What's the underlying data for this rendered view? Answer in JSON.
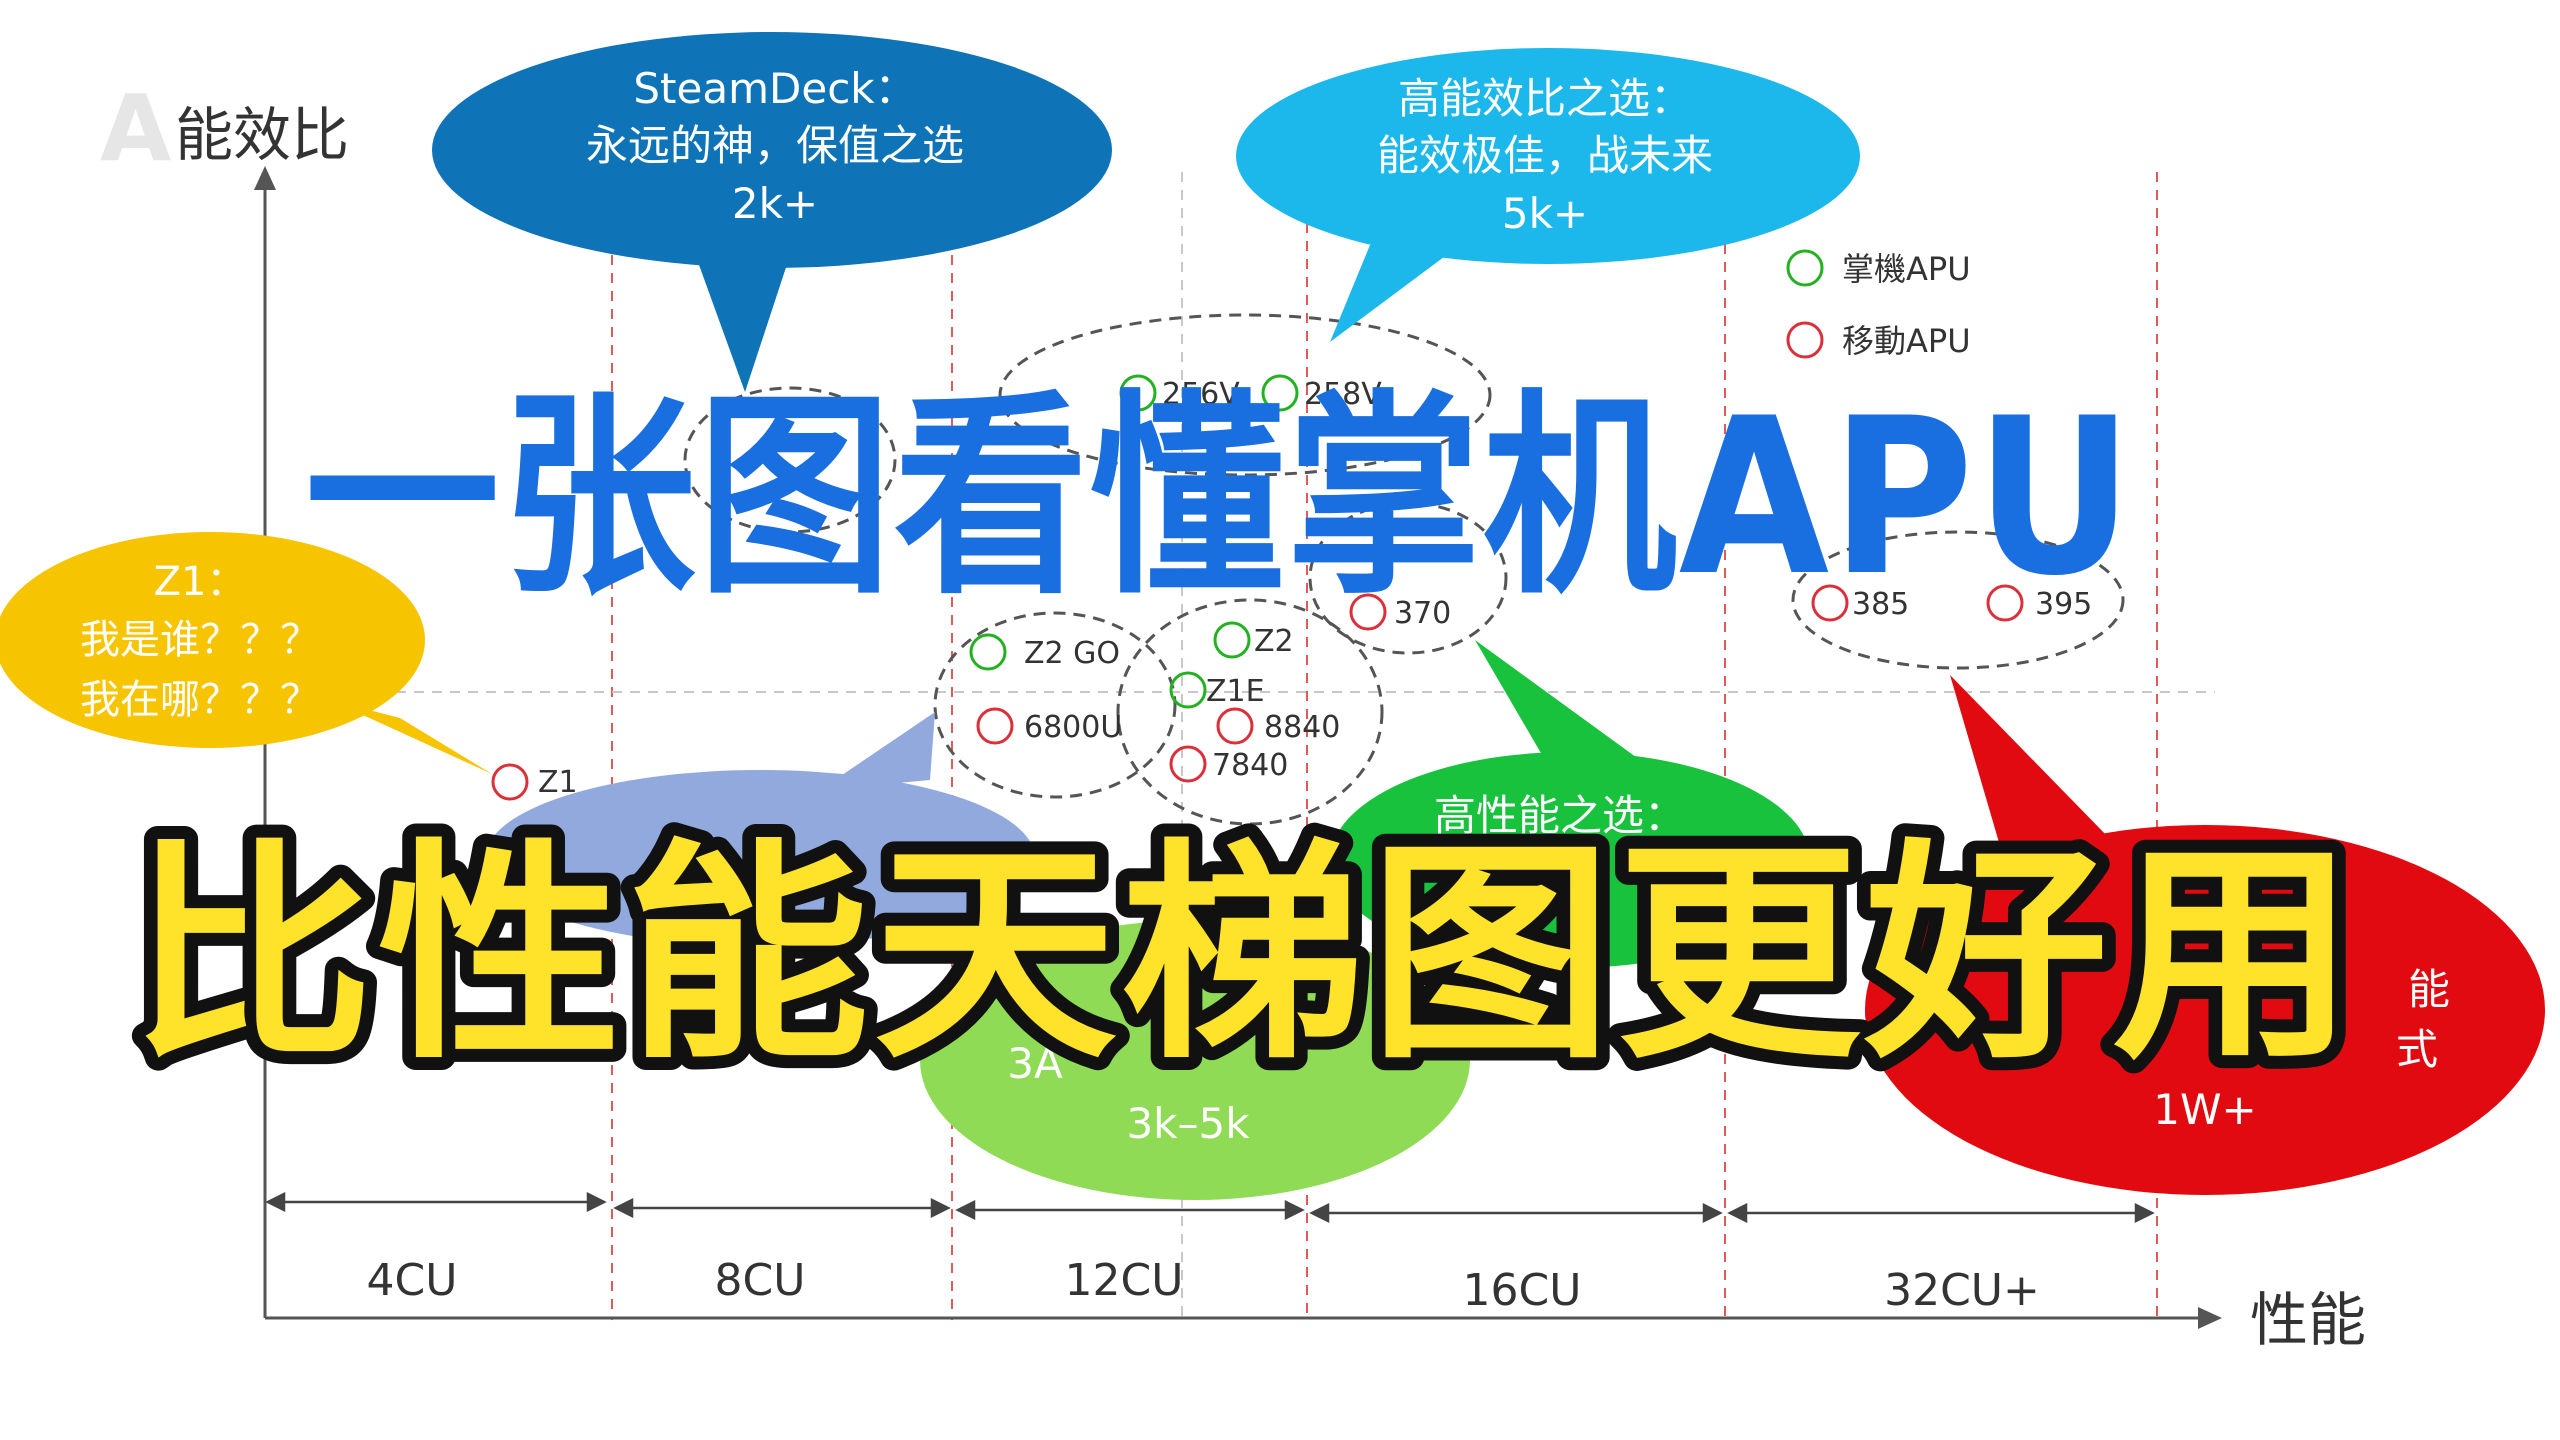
{
  "watermark": "A",
  "axes": {
    "y_label": "能效比",
    "x_label": "性能"
  },
  "cu_groups": [
    "4CU",
    "8CU",
    "12CU",
    "16CU",
    "32CU+"
  ],
  "legend": [
    {
      "label": "掌機APU",
      "color": "#22b21f"
    },
    {
      "label": "移動APU",
      "color": "#d9303a"
    }
  ],
  "chips": {
    "z1": "Z1",
    "z2go": "Z2 GO",
    "u6800": "6800U",
    "z2": "Z2",
    "z1e": "Z1E",
    "c8840": "8840",
    "c7840": "7840",
    "c370": "370",
    "c385": "385",
    "c395": "395",
    "c258v": "258V",
    "c256v": "256V"
  },
  "bubbles": {
    "steamdeck": [
      "SteamDeck：",
      "永远的神，保值之选",
      "2k+"
    ],
    "efficiency": [
      "高能效比之选：",
      "能效极佳，战未来",
      "5k+"
    ],
    "z1": [
      "Z1：",
      "我是谁？？？",
      "我在哪？？？"
    ],
    "value": [
      "3A",
      "3k–5k"
    ],
    "performance": [
      "高性能之选："
    ],
    "flagship": [
      "能",
      "式",
      "1W+"
    ]
  },
  "headline": {
    "top": "一张图看懂掌机APU",
    "bottom": "比性能天梯图更好用"
  },
  "colors": {
    "steamdeck": "#0f73b8",
    "efficiency": "#1db8eb",
    "z1": "#f6c400",
    "value_dark": "#91a9dd",
    "value": "#8fdb55",
    "performance": "#19c23d",
    "flagship": "#e10a10",
    "handheld": "#22b21f",
    "mobile": "#d9303a",
    "title_blue": "#1a6fe0",
    "title_yellow": "#ffe22a"
  }
}
